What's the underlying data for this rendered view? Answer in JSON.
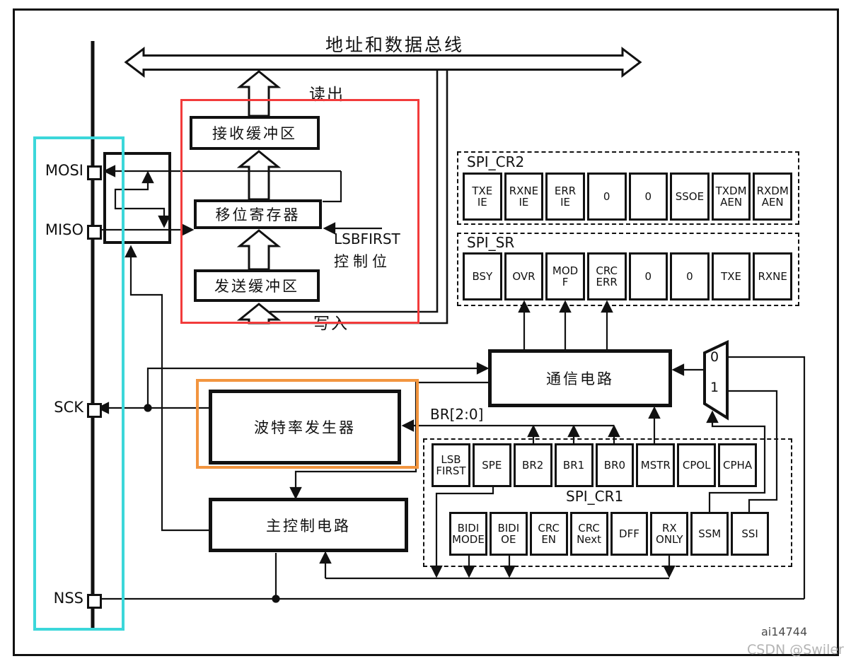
{
  "figure": {
    "bus_title": "地址和数据总线",
    "read_label": "读出",
    "write_label": "写入",
    "lsbfirst_line1": "LSBFIRST",
    "lsbfirst_line2": "控制位",
    "br_label": "BR[2:0]",
    "figure_id": "ai14744",
    "watermark": "CSDN @Swiler"
  },
  "pins": [
    {
      "label": "MOSI"
    },
    {
      "label": "MISO"
    },
    {
      "label": "SCK"
    },
    {
      "label": "NSS"
    }
  ],
  "blocks": {
    "rx_buffer": "接收缓冲区",
    "shift_register": "移位寄存器",
    "tx_buffer": "发送缓冲区",
    "comm_circuit": "通信电路",
    "baud_generator": "波特率发生器",
    "main_control": "主控制电路"
  },
  "mux": {
    "input0": "0",
    "input1": "1"
  },
  "registers": {
    "cr2": {
      "title": "SPI_CR2",
      "bits": [
        "TXE\nIE",
        "RXNE\nIE",
        "ERR\nIE",
        "0",
        "0",
        "SSOE",
        "TXDM\nAEN",
        "RXDM\nAEN"
      ]
    },
    "sr": {
      "title": "SPI_SR",
      "bits": [
        "BSY",
        "OVR",
        "MOD\nF",
        "CRC\nERR",
        "0",
        "0",
        "TXE",
        "RXNE"
      ]
    },
    "cr1": {
      "title": "SPI_CR1",
      "bits_high": [
        "LSB\nFIRST",
        "SPE",
        "BR2",
        "BR1",
        "BR0",
        "MSTR",
        "CPOL",
        "CPHA"
      ],
      "bits_low": [
        "BIDI\nMODE",
        "BIDI\nOE",
        "CRC\nEN",
        "CRC\nNext",
        "DFF",
        "RX\nONLY",
        "SSM",
        "SSI"
      ]
    }
  },
  "annotations": {
    "red_box_color": "#f23b3b",
    "cyan_box_color": "#3cd7da",
    "orange_box_color": "#f2953f"
  }
}
